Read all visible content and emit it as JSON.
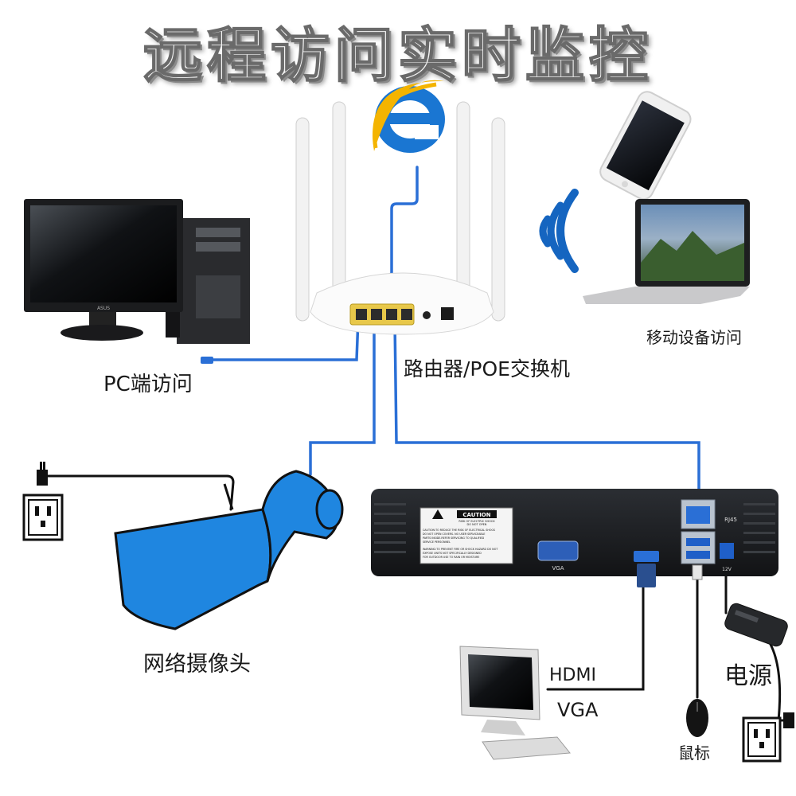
{
  "title": "远程访问实时监控",
  "labels": {
    "pc": "PC端访问",
    "router": "路由器/POE交换机",
    "mobile": "移动设备访问",
    "camera": "网络摄像头",
    "hdmi": "HDMI",
    "vga_out": "VGA",
    "power": "电源",
    "mouse": "鼠标"
  },
  "nvr_panel": {
    "caution_title": "CAUTION",
    "caution_sub1": "RISK OF ELECTRIC SHOCK",
    "caution_sub2": "DO NOT OPEN",
    "caution_text1": "CAUTION:TO REDUCE THE RISK OF ELECTRICAL SHOCK",
    "caution_text2": "DO NOT OPEN COVERS. NO USER SERVICEABLE",
    "caution_text3": "PARTS INSIDE.REFER SERVICING TO QUALIFIED",
    "caution_text4": "SERVICE PERSONNEL",
    "warning_text1": "WARNING:TO PREVENT FIRE OR SHOCK HAZARD DO NOT",
    "warning_text2": "EXPOSE UNITS NOT SPECIFICALLY DESIGNED",
    "warning_text3": "FOR OUTDOOR USE TO RAIN OR MOISTURE",
    "vga_port": "VGA",
    "rj45": "RJ45",
    "dc_label": "12V"
  },
  "monitor_brand": "ASUS",
  "colors": {
    "cable": "#2a6fd6",
    "camera": "#1f86e0",
    "nvr_body": "#1d1f22",
    "ie_blue": "#1a76d2",
    "wifi_blue": "#1565c0"
  }
}
